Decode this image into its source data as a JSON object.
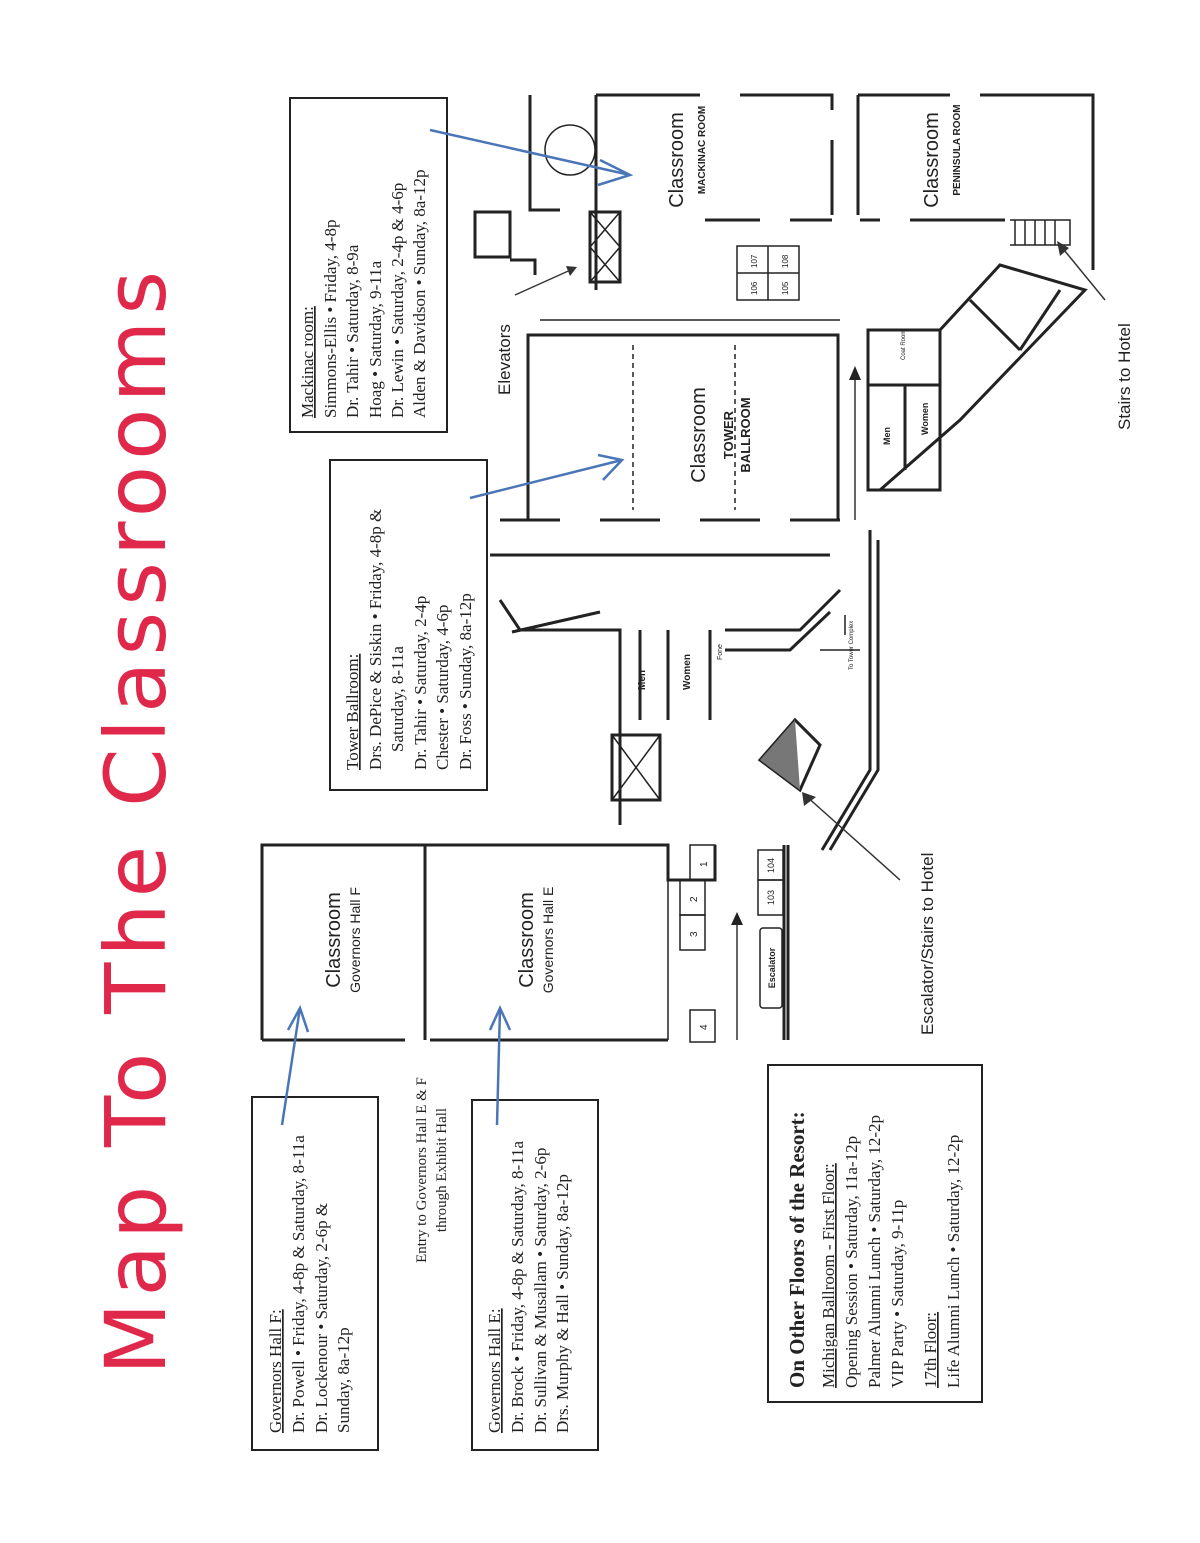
{
  "title": "Map To The Classrooms",
  "colors": {
    "title": "#e0294a",
    "arrow": "#4a76b8"
  },
  "mackinac": {
    "heading": "Mackinac room:",
    "lines": [
      "Simmons-Ellis • Friday, 4-8p",
      "Dr. Tahir • Saturday, 8-9a",
      "Hoag • Saturday, 9-11a",
      "Dr. Lewin • Saturday, 2-4p & 4-6p",
      "Alden & Davidson • Sunday, 8a-12p"
    ]
  },
  "tower": {
    "heading": "Tower Ballroom:",
    "lines": [
      "Drs. DePice & Siskin • Friday, 4-8p &",
      "Saturday, 8-11a",
      "Dr. Tahir • Saturday, 2-4p",
      "Chester • Saturday, 4-6p",
      "Dr. Foss • Sunday, 8a-12p"
    ]
  },
  "gov_f": {
    "heading": "Governors Hall F:",
    "lines": [
      "Dr. Powell • Friday, 4-8p & Saturday, 8-11a",
      "Dr. Lockenour • Saturday, 2-6p &",
      "Sunday, 8a-12p"
    ]
  },
  "gov_e": {
    "heading": "Governors Hall E:",
    "lines": [
      "Dr. Brock • Friday, 4-8p & Saturday, 8-11a",
      "Dr. Sullivan & Musallam • Saturday, 2-6p",
      "Drs. Murphy & Hall • Sunday, 8a-12p"
    ]
  },
  "entry": [
    "Entry to Governors Hall E & F",
    "through Exhibit Hall"
  ],
  "other": {
    "heading": "On Other Floors of the Resort:",
    "michigan_heading": "Michigan Ballroom - First Floor:",
    "michigan_lines": [
      "Opening Session • Saturday, 11a-12p",
      "Palmer Alumni Lunch • Saturday, 12-2p",
      "VIP Party • Saturday, 9-11p"
    ],
    "floor17_heading": "17th Floor:",
    "floor17_lines": [
      "Life Alumni Lunch • Saturday, 12-2p"
    ]
  },
  "map": {
    "classroom": "Classroom",
    "mackinac_room": "MACKINAC ROOM",
    "peninsula_room": "PENINSULA ROOM",
    "tower": "TOWER",
    "ballroom": "BALLROOM",
    "gov_f": "Governors Hall F",
    "gov_e": "Governors Hall E",
    "elevators": "Elevators",
    "stairs_hotel": "Stairs to Hotel",
    "escalator_stairs": "Escalator/Stairs to Hotel",
    "men": "Men",
    "women": "Women",
    "coat_room": "Coat Room",
    "phone": "Fone",
    "to_tower": "To Tower Complex",
    "escalator": "Escalator",
    "rooms": [
      "105",
      "106",
      "107",
      "108"
    ],
    "numbers": [
      "1",
      "2",
      "3",
      "4",
      "103",
      "104"
    ]
  }
}
